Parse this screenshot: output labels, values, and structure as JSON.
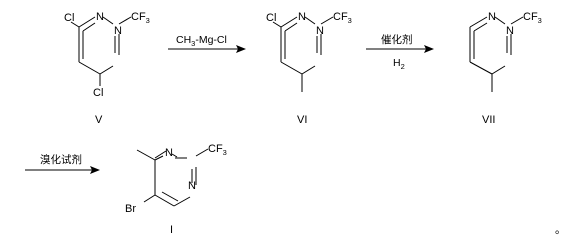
{
  "atoms": {
    "Cl": "Cl",
    "N": "N",
    "CF": "CF",
    "three": "3",
    "Br": "Br"
  },
  "compounds": {
    "V": "V",
    "VI": "VI",
    "VII": "VII",
    "I": "I"
  },
  "reagents": {
    "step1": "CH3-Mg-Cl",
    "step1_parts": {
      "a": "CH",
      "b": "3",
      "c": "-Mg-Cl"
    },
    "step2_top": "催化剂",
    "step2_bottom": "H2",
    "step2_bottom_parts": {
      "a": "H",
      "b": "2"
    },
    "step3": "溴化试剂"
  },
  "trailing_mark": "。"
}
